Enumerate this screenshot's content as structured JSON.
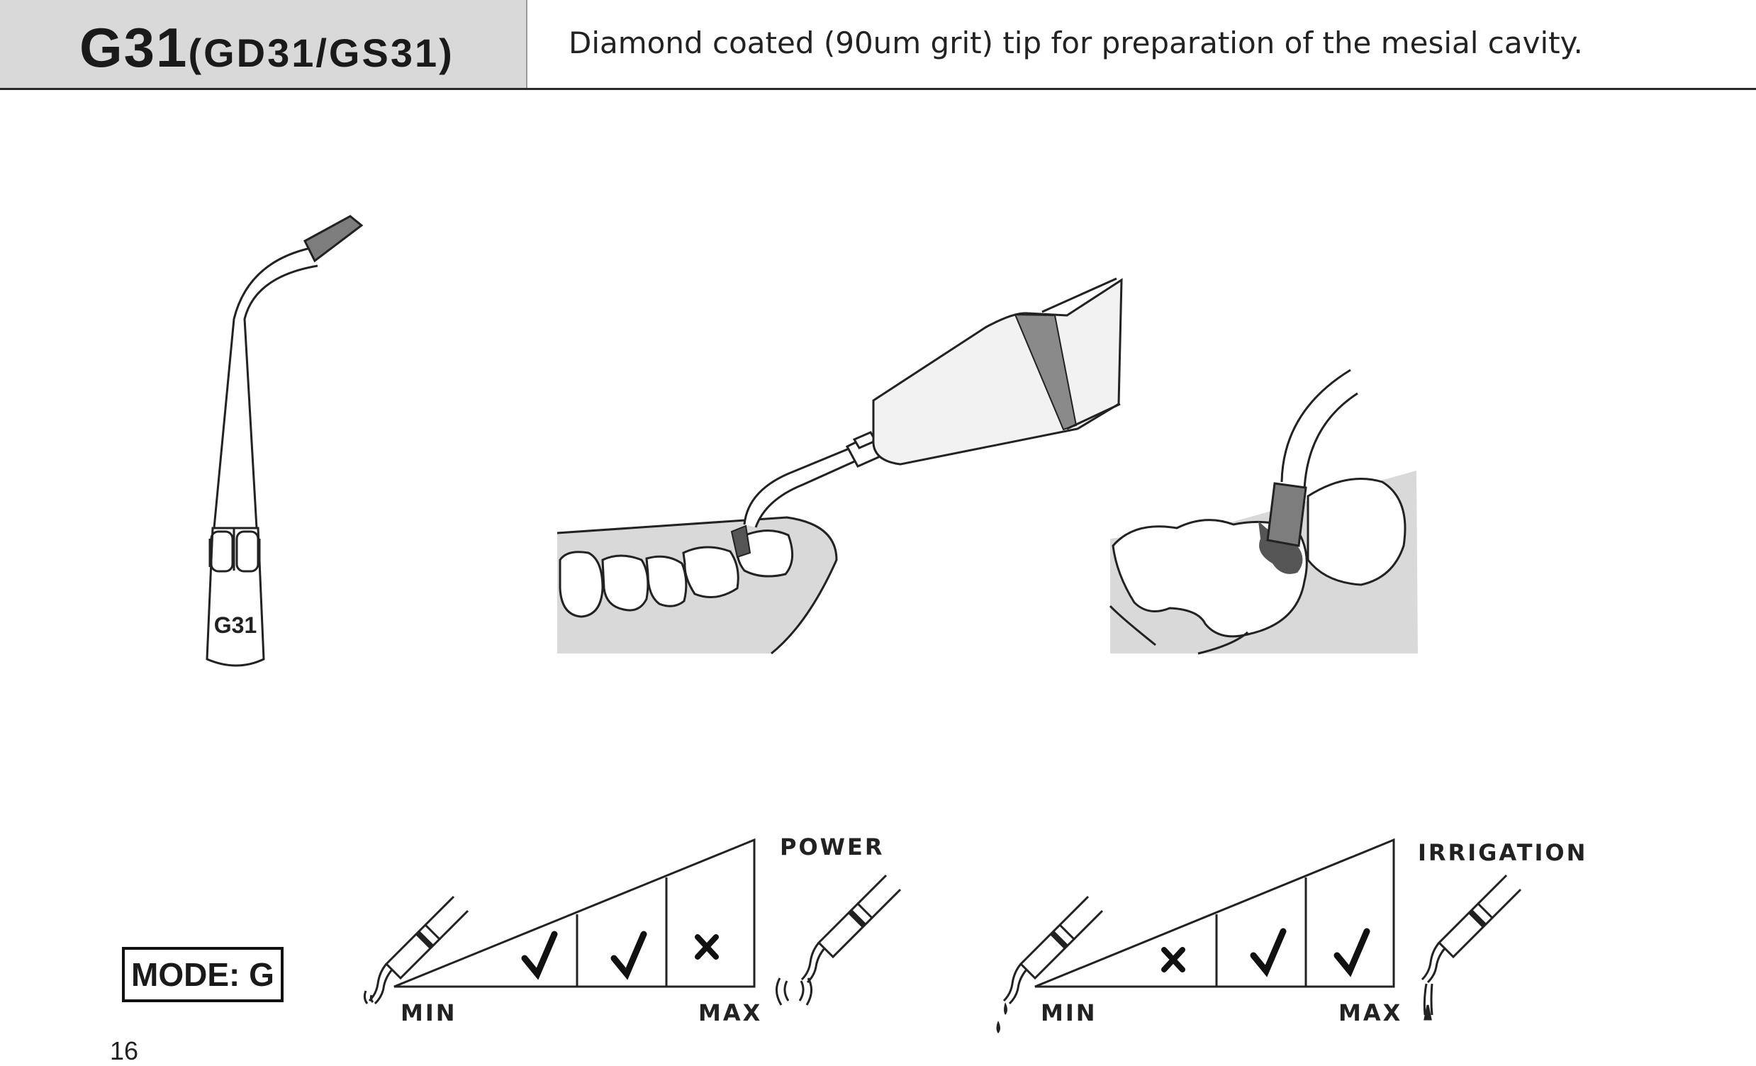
{
  "header": {
    "model_code": "G31",
    "model_variants": "(GD31/GS31)",
    "description": "Diamond coated (90um grit) tip for preparation of the mesial cavity."
  },
  "tip_figure": {
    "engraved_label": "G31"
  },
  "mode": {
    "label": "MODE: G"
  },
  "power_scale": {
    "title": "POWER",
    "min_label": "MIN",
    "max_label": "MAX",
    "steps": [
      "check",
      "check",
      "cross"
    ]
  },
  "irrigation_scale": {
    "title": "IRRIGATION",
    "min_label": "MIN",
    "max_label": "MAX",
    "steps": [
      "cross",
      "check",
      "check"
    ]
  },
  "page_number": "16",
  "colors": {
    "gum": "#d9d9d9",
    "diamond_coating": "#7d7d7d",
    "cavity": "#555555",
    "header_bg": "#d9d9d9"
  },
  "icons": [
    "tip-drawing",
    "handpiece-on-teeth",
    "tooth-closeup",
    "check-icon",
    "cross-icon",
    "handpiece-icon",
    "vibration-icon",
    "water-drop-icon"
  ]
}
